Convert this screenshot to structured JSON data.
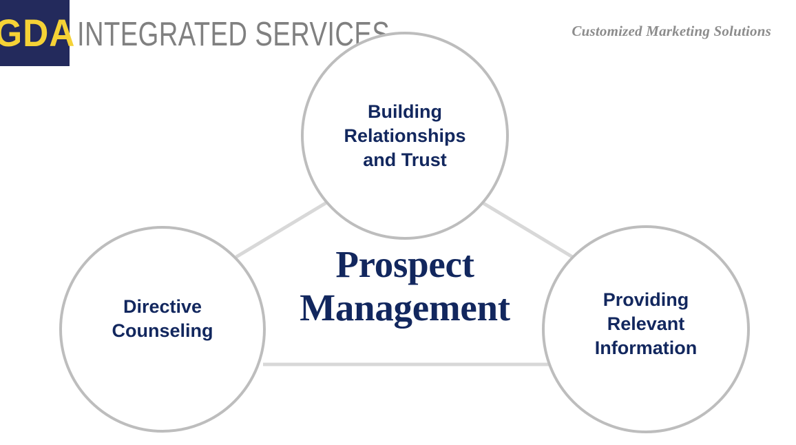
{
  "header": {
    "logo_mark": "GDA",
    "logo_wordmark": "INTEGRATED SERVICES",
    "tagline": "Customized Marketing Solutions",
    "logo_bg_color": "#232a5c",
    "logo_text_color": "#f5d236",
    "wordmark_color": "#808080",
    "tagline_color": "#8c8c8c"
  },
  "diagram": {
    "center_title": "Prospect\nManagement",
    "center_title_color": "#12275e",
    "circle_stroke_color": "#bdbdbd",
    "connector_color": "#d8d8d8",
    "node_label_color": "#12275e",
    "nodes": [
      {
        "id": "building-relationships-and-trust",
        "label": "Building\nRelationships\nand Trust",
        "position": "top"
      },
      {
        "id": "directive-counseling",
        "label": "Directive\nCounseling",
        "position": "left"
      },
      {
        "id": "providing-relevant-information",
        "label": "Providing\nRelevant\nInformation",
        "position": "right"
      }
    ]
  }
}
